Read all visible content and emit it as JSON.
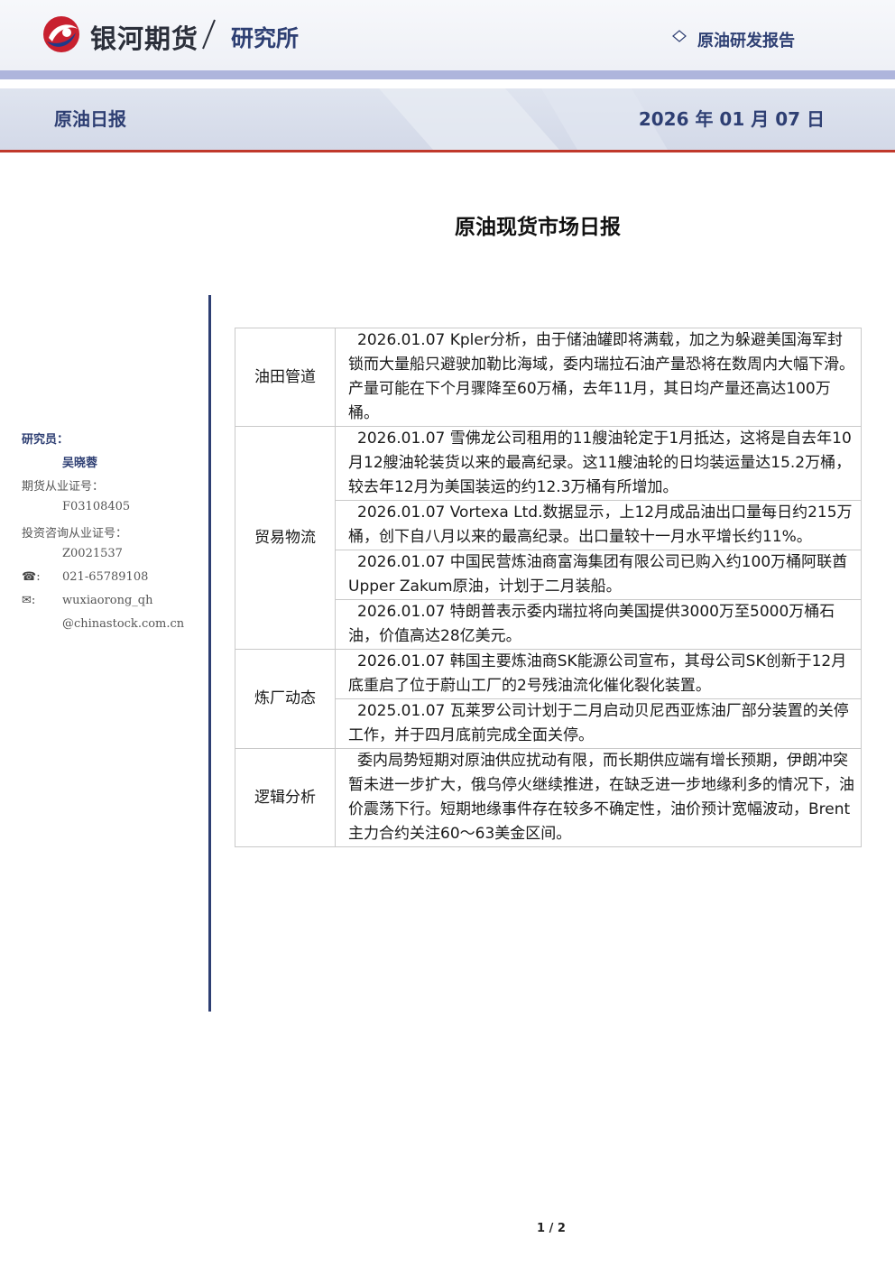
{
  "header": {
    "brand": "银河期货",
    "department": "研究所",
    "report_type": "原油研发报告",
    "daily_title": "原油日报",
    "date": "2026 年 01 月 07 日"
  },
  "title": "原油现货市场日报",
  "sidebar": {
    "researcher_label": "研究员：",
    "researcher_name": "吴晓蓉",
    "futures_cert_label": "期货从业证号：",
    "futures_cert": "F03108405",
    "advisory_cert_label": "投资咨询从业证号：",
    "advisory_cert": "Z0021537",
    "phone_icon": "phone-icon",
    "phone": "021-65789108",
    "email_icon": "mail-icon",
    "email_line1": "wuxiaorong_qh",
    "email_line2": "@chinastock.com.cn"
  },
  "sections": [
    {
      "category": "油田管道",
      "items": [
        "2026.01.07 Kpler分析，由于储油罐即将满载，加之为躲避美国海军封锁而大量船只避驶加勒比海域，委内瑞拉石油产量恐将在数周内大幅下滑。产量可能在下个月骤降至60万桶，去年11月，其日均产量还高达100万桶。"
      ]
    },
    {
      "category": "贸易物流",
      "items": [
        "2026.01.07 雪佛龙公司租用的11艘油轮定于1月抵达，这将是自去年10月12艘油轮装货以来的最高纪录。这11艘油轮的日均装运量达15.2万桶，较去年12月为美国装运的约12.3万桶有所增加。",
        "2026.01.07 Vortexa Ltd.数据显示，上12月成品油出口量每日约215万桶，创下自八月以来的最高纪录。出口量较十一月水平增长约11%。",
        "2026.01.07 中国民营炼油商富海集团有限公司已购入约100万桶阿联酋Upper Zakum原油，计划于二月装船。",
        "2026.01.07 特朗普表示委内瑞拉将向美国提供3000万至5000万桶石油，价值高达28亿美元。"
      ]
    },
    {
      "category": "炼厂动态",
      "items": [
        "2026.01.07 韩国主要炼油商SK能源公司宣布，其母公司SK创新于12月底重启了位于蔚山工厂的2号残油流化催化裂化装置。",
        "2025.01.07 瓦莱罗公司计划于二月启动贝尼西亚炼油厂部分装置的关停工作，并于四月底前完成全面关停。"
      ]
    },
    {
      "category": "逻辑分析",
      "items": [
        "委内局势短期对原油供应扰动有限，而长期供应端有增长预期，伊朗冲突暂未进一步扩大，俄乌停火继续推进，在缺乏进一步地缘利多的情况下，油价震荡下行。短期地缘事件存在较多不确定性，油价预计宽幅波动，Brent主力合约关注60～63美金区间。"
      ]
    }
  ],
  "page": "1 / 2",
  "colors": {
    "navy": "#2e3f73",
    "red": "#c0392b",
    "band": "#aeb5dc"
  }
}
